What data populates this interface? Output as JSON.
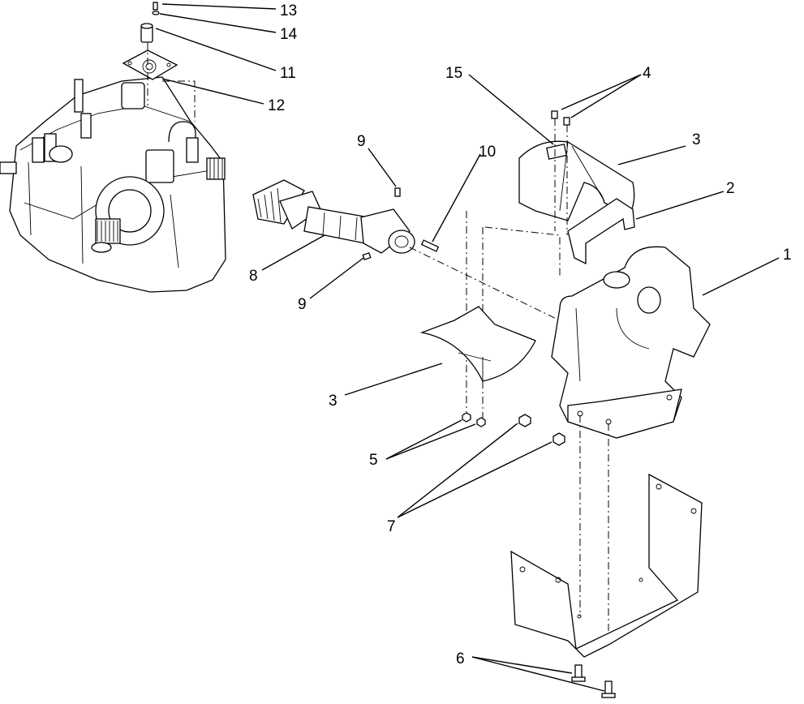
{
  "callouts": {
    "c13": "13",
    "c14": "14",
    "c11": "11",
    "c12": "12",
    "c15": "15",
    "c4": "4",
    "c3_top": "3",
    "c2": "2",
    "c1": "1",
    "c9_top": "9",
    "c10": "10",
    "c8": "8",
    "c9_bottom": "9",
    "c3_bottom": "3",
    "c5": "5",
    "c7": "7",
    "c6": "6"
  }
}
